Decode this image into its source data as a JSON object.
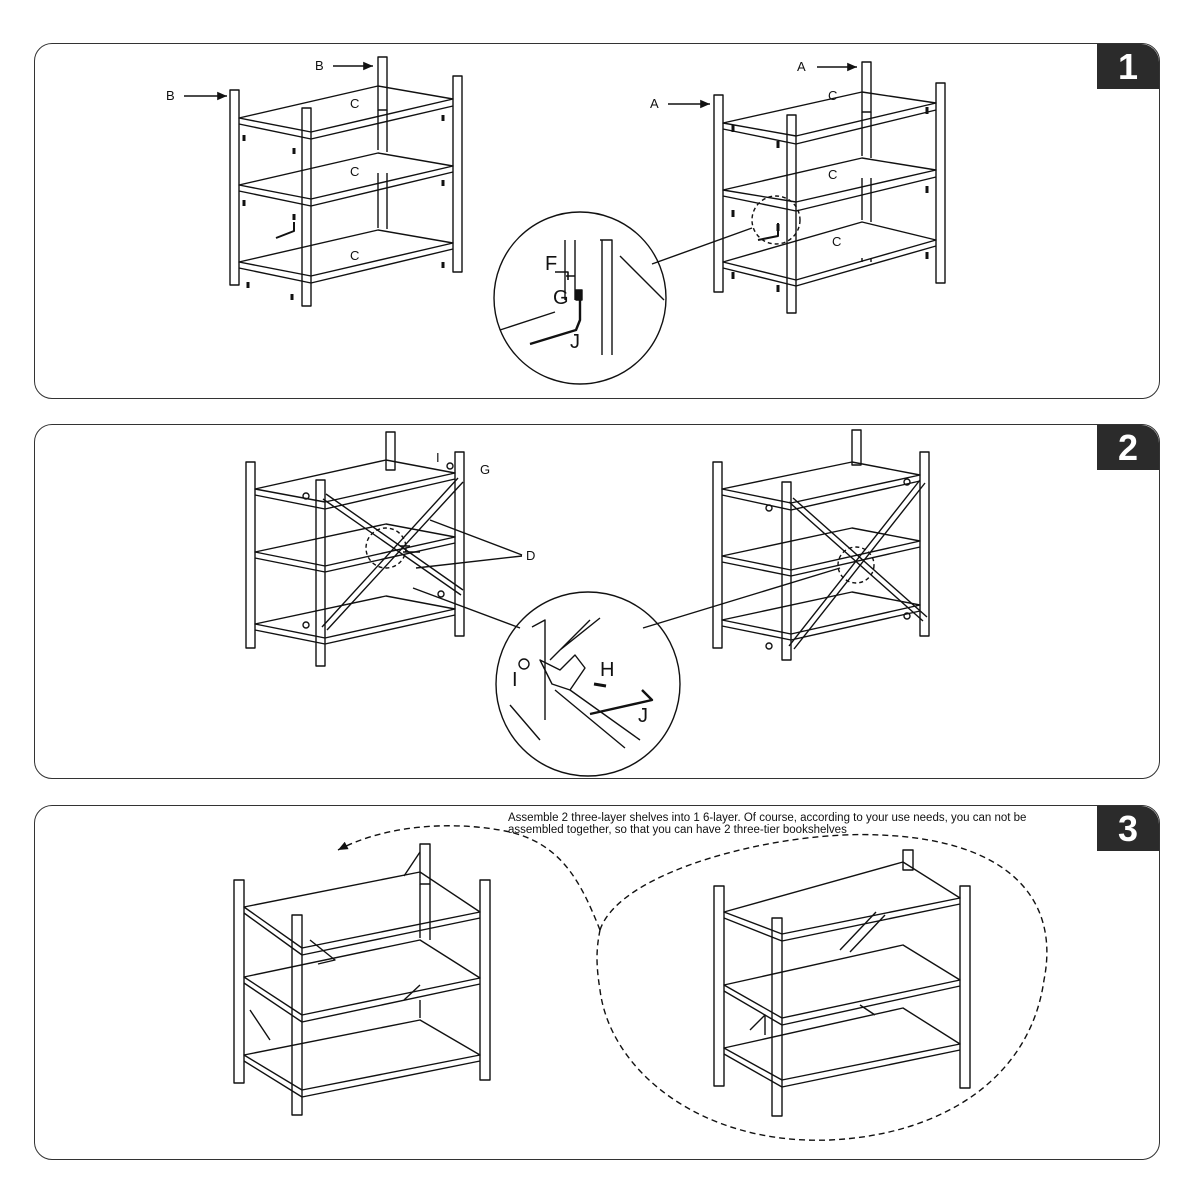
{
  "steps": [
    {
      "number": "1",
      "labels": {
        "left_top": "B",
        "left_side": "B",
        "right_top": "A",
        "right_side": "A",
        "shelf": "C",
        "F": "F",
        "G": "G",
        "J": "J"
      }
    },
    {
      "number": "2",
      "labels": {
        "I": "I",
        "G": "G",
        "D": "D",
        "H": "H",
        "J": "J",
        "zoom_I": "I"
      }
    },
    {
      "number": "3",
      "note": "Assemble 2 three-layer shelves into 1 6-layer. Of course, according to your use needs, you can not be assembled together, so that you can have 2 three-tier bookshelves"
    }
  ]
}
